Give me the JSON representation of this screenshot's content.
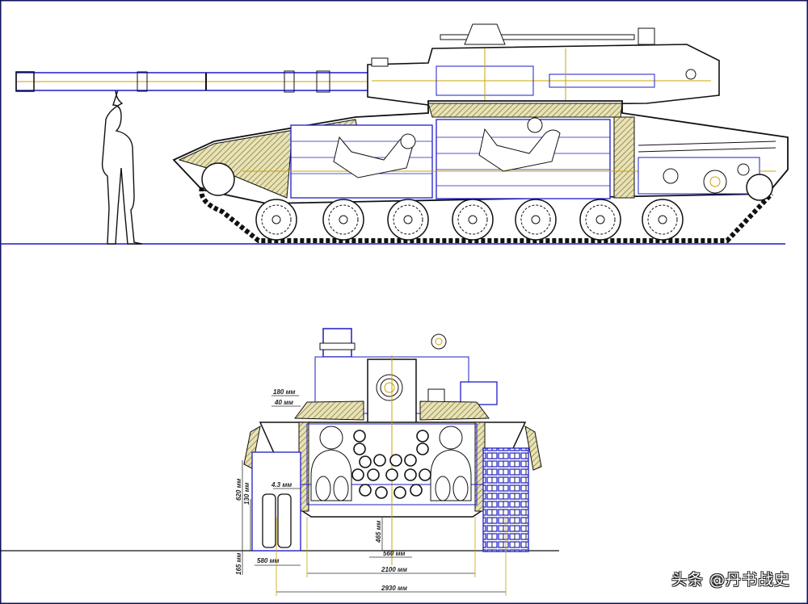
{
  "drawing": {
    "views": [
      "side-cutaway",
      "front-section"
    ],
    "colors": {
      "outline": "#1a1a1a",
      "blue": "#1c1cc8",
      "yellow": "#c9a400",
      "armor": "#b5ad70",
      "frame": "#10105a"
    }
  },
  "dimensions": {
    "d180": "180 мм",
    "d40": "40 мм",
    "d620": "620 мм",
    "d130": "130 мм",
    "d43": "4.3 мм",
    "d465": "465 мм",
    "d560": "560 мм",
    "d2100": "2100 мм",
    "d2930": "2930 мм",
    "d580": "580 мм",
    "d165": "165 мм"
  },
  "watermark": "头条 @丹书战史"
}
